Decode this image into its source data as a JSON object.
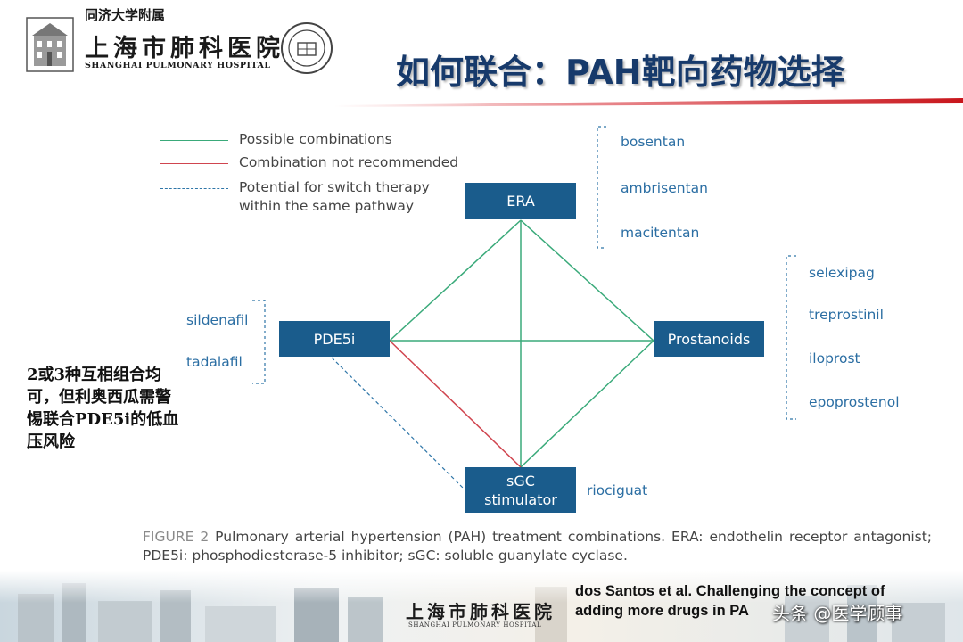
{
  "header": {
    "institution_sub": "同济大学附属",
    "institution_name": "上海市肺科医院",
    "institution_en": "SHANGHAI PULMONARY HOSPITAL",
    "title": "如何联合：PAH靶向药物选择"
  },
  "legend": {
    "possible": "Possible combinations",
    "not_recommended": "Combination not recommended",
    "switch_line1": "Potential for switch therapy",
    "switch_line2": "within the same pathway"
  },
  "nodes": {
    "era": "ERA",
    "pde5i": "PDE5i",
    "prostanoids": "Prostanoids",
    "sgc_line1": "sGC",
    "sgc_line2": "stimulator"
  },
  "drugs": {
    "era": [
      "bosentan",
      "ambrisentan",
      "macitentan"
    ],
    "pde5i": [
      "sildenafil",
      "tadalafil"
    ],
    "prostanoids": [
      "selexipag",
      "treprostinil",
      "iloprost",
      "epoprostenol"
    ],
    "sgc": [
      "riociguat"
    ]
  },
  "caption": {
    "label": "FIGURE 2",
    "text": "Pulmonary arterial hypertension (PAH) treatment combinations. ERA: endothelin receptor antagonist; PDE5i: phosphodiesterase-5 inhibitor; sGC: soluble guanylate cyclase."
  },
  "note": "2或3种互相组合均可，但利奥西瓜需警惕联合PDE5i的低血压风险",
  "footer": {
    "reference_line1": "dos Santos et al. Challenging the concept of",
    "reference_line2": "adding more drugs in PA",
    "hospital_name": "上海市肺科医院",
    "hospital_en": "SHANGHAI PULMONARY HOSPITAL",
    "watermark": "头条 @医学顾事"
  },
  "colors": {
    "green": "#3aaa7a",
    "red": "#d0454f",
    "dashed": "#2f76a8",
    "node": "#1a5c8c",
    "title": "#173a6b",
    "accent_red": "#c8151b"
  }
}
